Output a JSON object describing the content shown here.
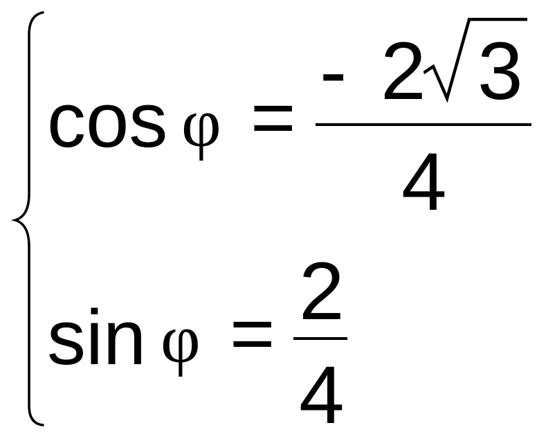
{
  "equation_system": {
    "line1": {
      "func": "cos",
      "variable": "φ",
      "equals": "=",
      "numerator": {
        "sign": "-",
        "coefficient": "2",
        "radicand": "3"
      },
      "denominator": "4"
    },
    "line2": {
      "func": "sin",
      "variable": "φ",
      "equals": "=",
      "numerator": "2",
      "denominator": "4"
    }
  }
}
